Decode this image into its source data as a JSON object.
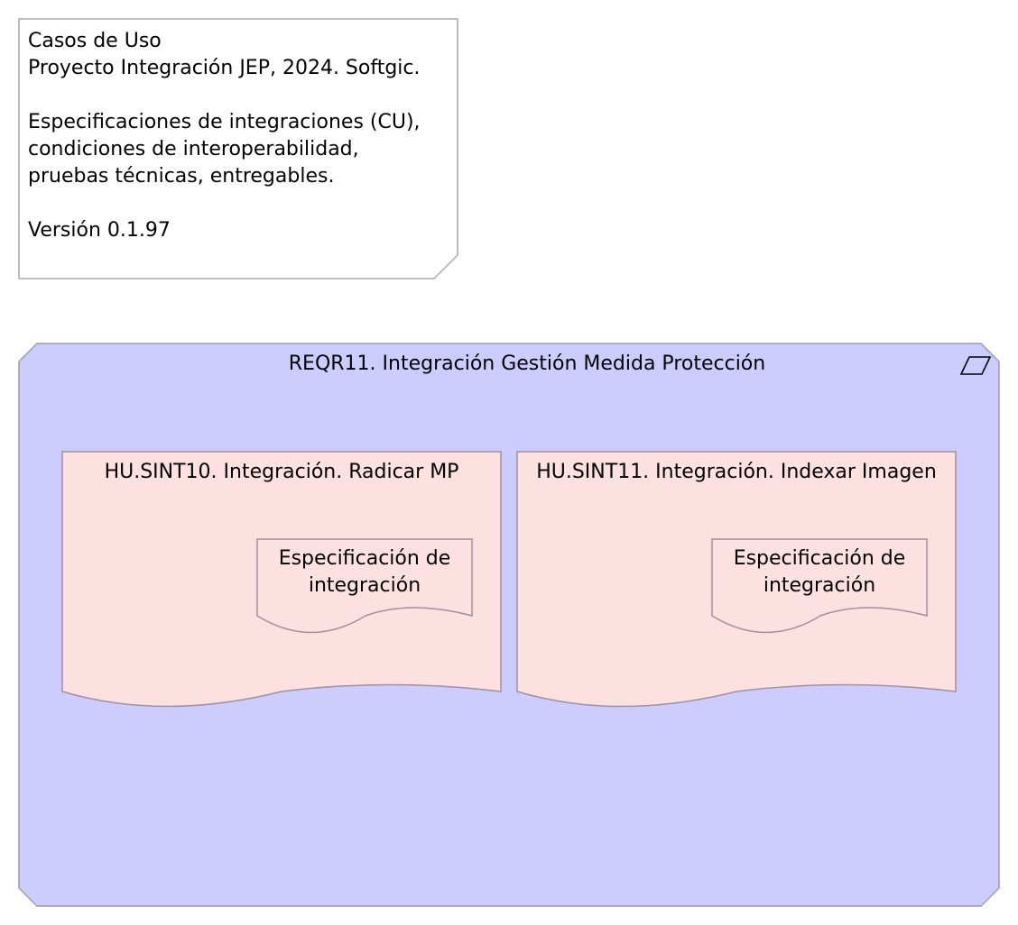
{
  "note": {
    "lines": [
      "Casos de Uso",
      "Proyecto Integración JEP, 2024. Softgic.",
      "",
      "Especificaciones de integraciones (CU),",
      "condiciones de interoperabilidad,",
      "pruebas técnicas, entregables.",
      "",
      "Versión 0.1.97"
    ]
  },
  "grouping": {
    "title": "REQR11. Integración Gestión Medida Protección",
    "icon": "parallelogram-icon"
  },
  "stories": [
    {
      "title": "HU.SINT10. Integración. Radicar MP",
      "artifact": {
        "line1": "Especificación de",
        "line2": "integración"
      }
    },
    {
      "title": "HU.SINT11. Integración. Indexar Imagen",
      "artifact": {
        "line1": "Especificación de",
        "line2": "integración"
      }
    }
  ],
  "colors": {
    "grouping_fill": "#ccccff",
    "story_fill": "#fde0e0",
    "stroke": "#a0a0a8"
  }
}
